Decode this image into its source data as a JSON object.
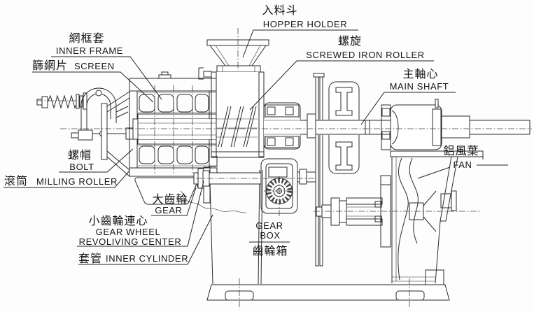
{
  "diagram": {
    "type": "technical-cross-section",
    "subject": "milling machine part diagram",
    "background_color": "#fdfdfd",
    "line_color": "#2b2b2b",
    "labels": {
      "inner_frame": {
        "zh": "網框套",
        "en": "INNER FRAME"
      },
      "screen": {
        "zh": "篩網片",
        "en": "SCREEN"
      },
      "hopper_holder": {
        "zh": "入料斗",
        "en": "HOPPER HOLDER"
      },
      "screwed_iron_roller": {
        "zh": "螺旋",
        "en": "SCREWED IRON ROLLER"
      },
      "main_shaft": {
        "zh": "主軸心",
        "en": "MAIN SHAFT"
      },
      "fan": {
        "zh": "鋁風葉",
        "en": "FAN"
      },
      "bolt": {
        "zh": "螺帽",
        "en": "BOLT"
      },
      "milling_roller": {
        "zh": "滾筒",
        "en": "MILLING ROLLER"
      },
      "gear": {
        "zh": "大齒輪",
        "en": "GEAR"
      },
      "gear_wheel_revolving_center": {
        "zh": "小齒輪連心",
        "en1": "GEAR WHEEL",
        "en2": "REVOLIVING CENTER"
      },
      "inner_cylinder": {
        "zh": "套管",
        "en": "INNER CYLINDER"
      },
      "gear_box": {
        "en1": "GEAR",
        "en2": "BOX",
        "zh": "齒輪箱"
      }
    }
  }
}
